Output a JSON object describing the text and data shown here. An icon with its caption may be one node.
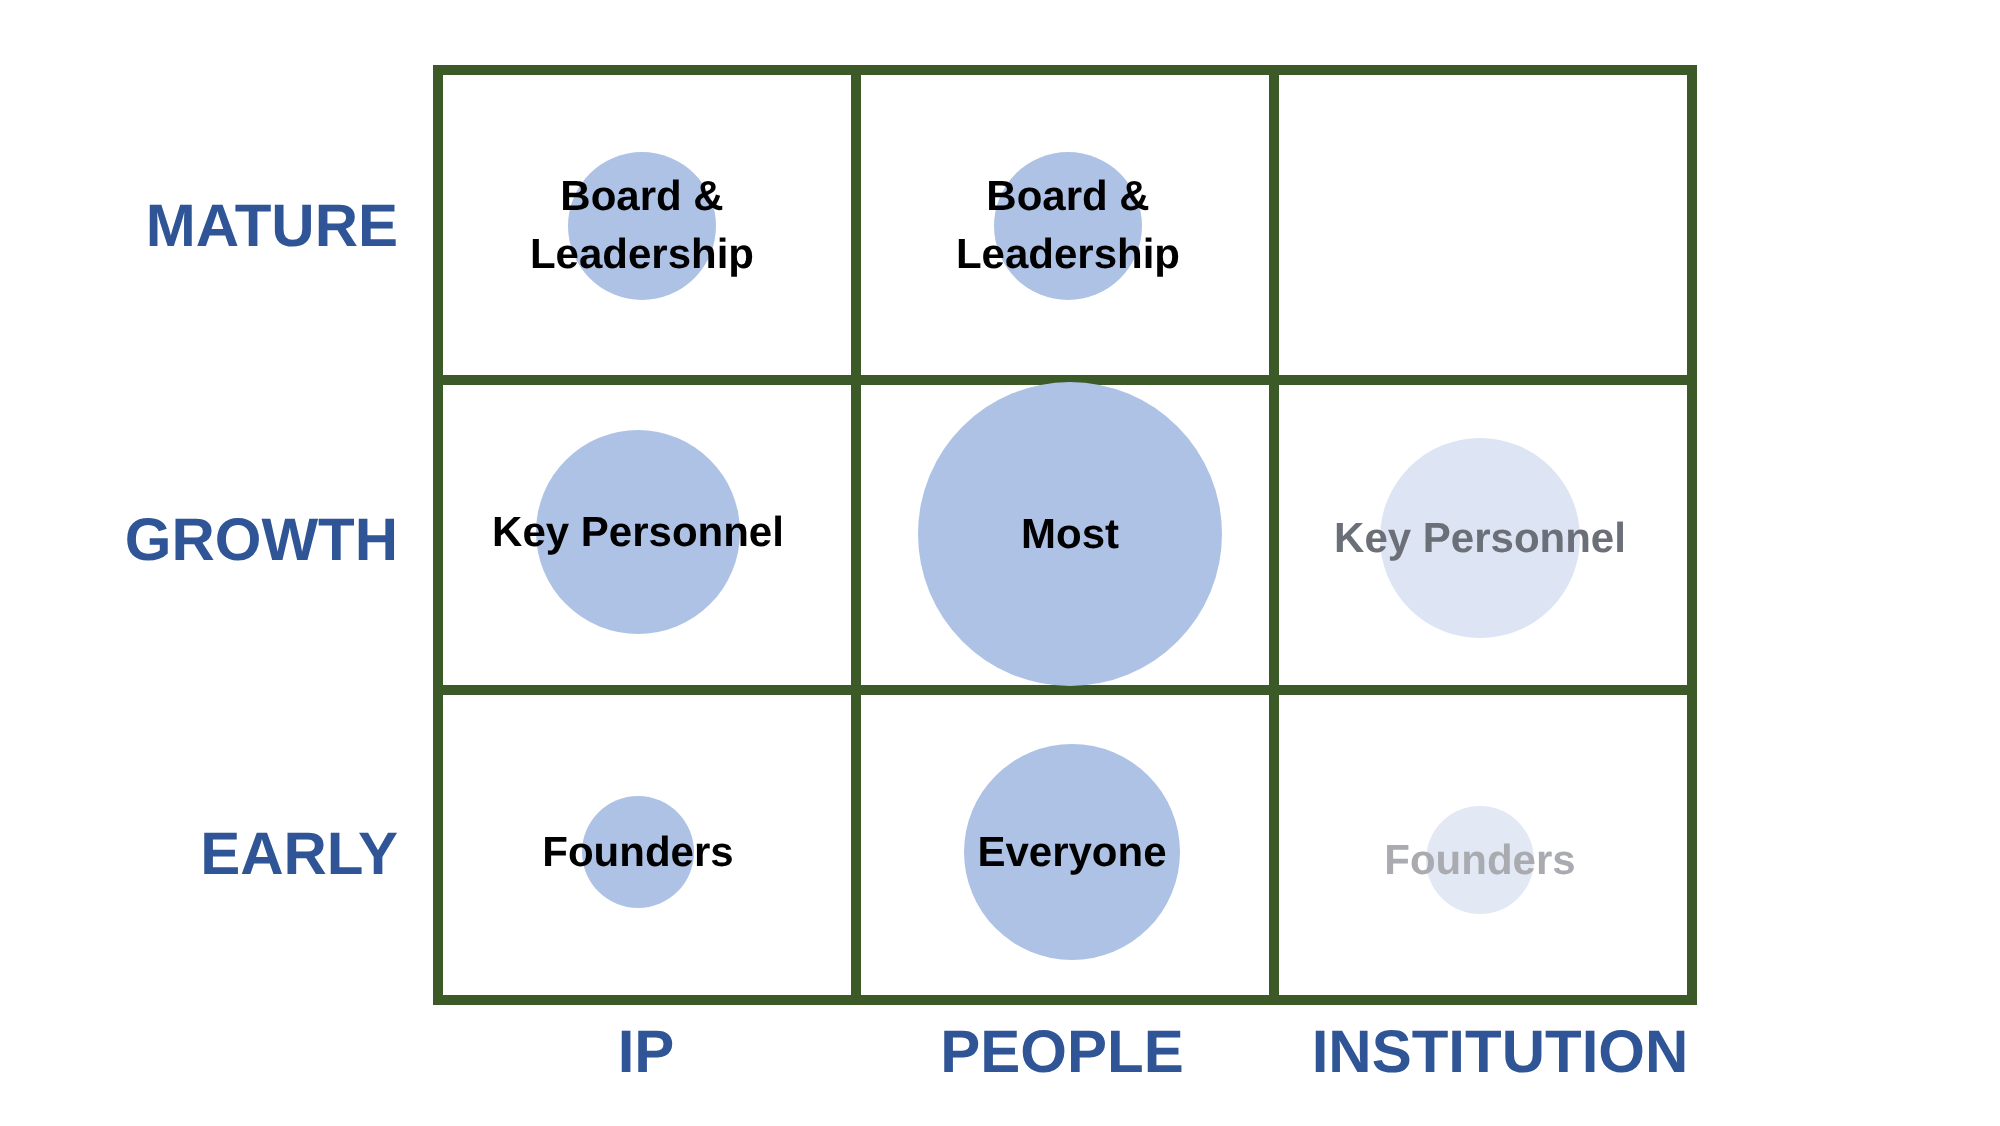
{
  "diagram": {
    "nodes": [
      {
        "text": [
          "Board & Leadership"
        ]
      },
      {
        "text": [
          "Board & Leadership"
        ]
      },
      {
        "text": [
          "Key Personnel"
        ]
      },
      {
        "text": [
          "Most"
        ]
      },
      {
        "text": [
          "Key Personnel"
        ]
      },
      {
        "text": [
          "Founders"
        ]
      },
      {
        "text": [
          "Everyone"
        ]
      },
      {
        "text": [
          "Founders"
        ]
      }
    ],
    "edges": [],
    "labels": [
      "MATURE",
      "GROWTH",
      "EARLY",
      "IP",
      "PEOPLE",
      "INSTITUTION"
    ]
  }
}
